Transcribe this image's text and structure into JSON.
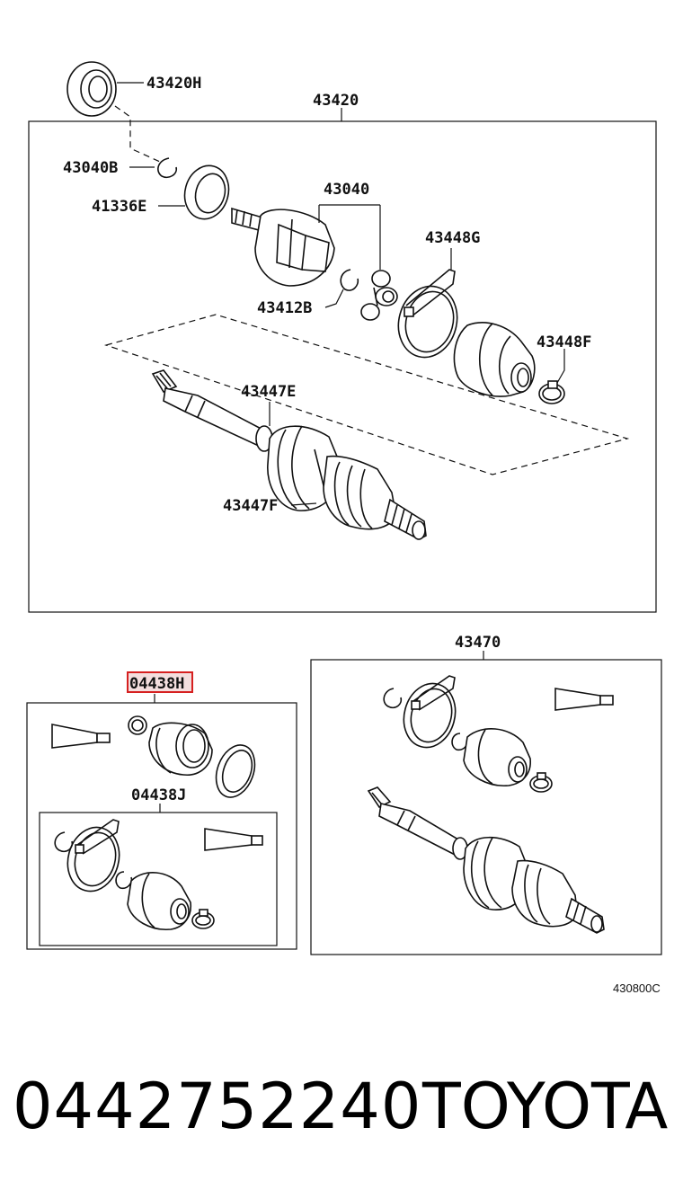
{
  "diagram": {
    "labels": {
      "l43420H": "43420H",
      "l43420": "43420",
      "l43040B": "43040B",
      "l41336E": "41336E",
      "l43040": "43040",
      "l43448G": "43448G",
      "l43412B": "43412B",
      "l43448F": "43448F",
      "l43447E": "43447E",
      "l43447F": "43447F",
      "l43470": "43470",
      "l04438H": "04438H",
      "l04438J": "04438J"
    },
    "figure_code": "430800C",
    "highlight_color": "#d62020"
  },
  "footer": {
    "part_number": "0442752240",
    "brand": "TOYOTA"
  }
}
